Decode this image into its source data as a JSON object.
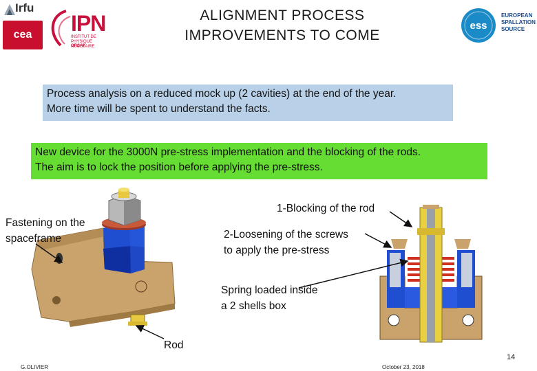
{
  "header": {
    "title_line1": "ALIGNMENT PROCESS",
    "title_line2": "IMPROVEMENTS TO COME"
  },
  "logos": {
    "irfu": "Irfu",
    "cea": "cea",
    "ipn": "IPN",
    "ipn_sub": "INSTITUT DE PHYSIQUE NUCLÉAIRE",
    "ipn_orsay": "ORSAY",
    "ess_line1": "EUROPEAN",
    "ess_line2": "SPALLATION",
    "ess_line3": "SOURCE",
    "ess_badge": "ess"
  },
  "blue_box": {
    "line1": "Process analysis on a reduced mock up (2 cavities) at the end of the year.",
    "line2": "More time will be spent to understand the facts."
  },
  "green_box": {
    "line1": "New device for the 3000N pre-stress implementation and the blocking of the rods.",
    "line2": "The aim is to lock the position before applying the pre-stress."
  },
  "labels": {
    "fastening_line1": "Fastening on the",
    "fastening_line2": "spaceframe",
    "blocking": "1-Blocking of the rod",
    "loosening_line1": "2-Loosening of the screws",
    "loosening_line2": "to apply the pre-stress",
    "spring_line1": "Spring loaded inside",
    "spring_line2": "a 2 shells box",
    "rod": "Rod"
  },
  "footer": {
    "author": "G.OLIVIER",
    "date": "October 23, 2018",
    "page_number": "14"
  },
  "colors": {
    "blue_box": "#b9d1e8",
    "green_box": "#66dd33",
    "ipn_red": "#c8103c",
    "cea_red": "#c8102e",
    "ess_blue": "#1b4b8a"
  }
}
